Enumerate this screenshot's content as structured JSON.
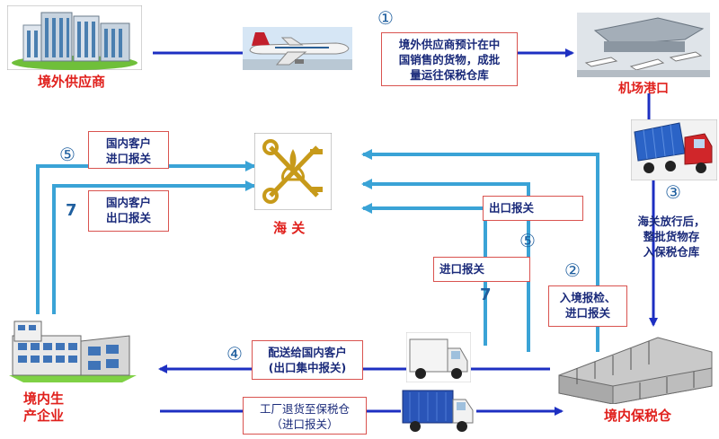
{
  "nodes": {
    "overseas_supplier": "境外供应商",
    "airport": "机场港口",
    "customs": "海 关",
    "domestic_enterprise_line1": "境内生",
    "domestic_enterprise_line2": "产企业",
    "bonded_warehouse": "境内保税仓"
  },
  "steps": {
    "step1_num": "①",
    "step1_line1": "境外供应商预计在中",
    "step1_line2": "国销售的货物，成批",
    "step1_line3": "量运往保税仓库",
    "step2_num": "②",
    "step2_line1": "入境报检、",
    "step2_line2": "进口报关",
    "step3_num": "③",
    "step3_line1": "海关放行后，",
    "step3_line2": "整批货物存",
    "step3_line3": "入保税仓库",
    "step4_num": "④",
    "step4_line1": "配送给国内客户",
    "step4_line2": "(出口集中报关)",
    "step5_num": "⑤",
    "step5_line1": "国内客户",
    "step5_line2": "进口报关",
    "step5b_num": "⑤",
    "step7_num": "7",
    "step7_line1": "国内客户",
    "step7_line2": "出口报关",
    "step7b_num": "7",
    "export_declaration": "出口报关",
    "import_declaration": "进口报关",
    "return_line1": "工厂退货至保税仓",
    "return_line2": "（进口报关）"
  },
  "colors": {
    "arrow_dark_blue": "#1d2fc2",
    "arrow_light_blue": "#3aa3d6",
    "label_red": "#e0201c",
    "text_navy": "#1a2a7a"
  }
}
